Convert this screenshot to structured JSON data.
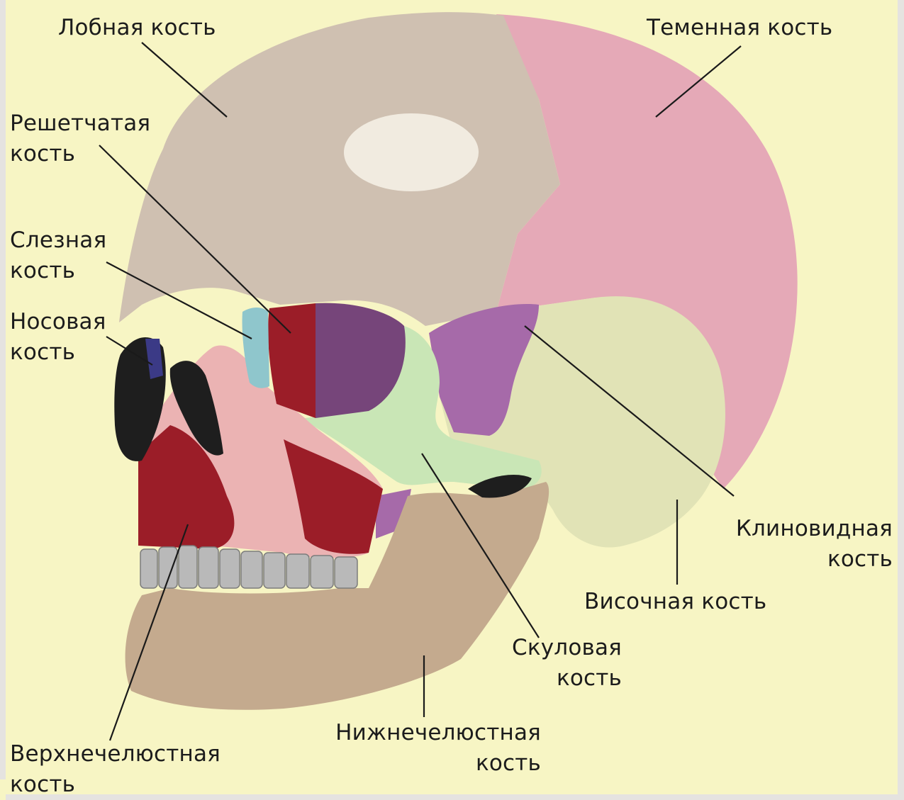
{
  "labels": {
    "frontal": [
      "Лобная кость"
    ],
    "parietal": [
      "Теменная кость"
    ],
    "ethmoid": [
      "Решетчатая",
      "кость"
    ],
    "lacrimal": [
      "Слезная",
      "кость"
    ],
    "nasal": [
      "Носовая",
      "кость"
    ],
    "sphenoid": [
      "Клиновидная",
      "кость"
    ],
    "temporal": [
      "Височная кость"
    ],
    "zygomatic": [
      "Скуловая",
      "кость"
    ],
    "mandible": [
      "Нижнечелюстная",
      "кость"
    ],
    "maxilla": [
      "Верхнечелюстная",
      "кость"
    ]
  },
  "colors": {
    "background": "#f7f5c4",
    "frontal": "#cfc0b1",
    "parietal": "#e5a9b7",
    "ethmoid": "#9b1d28",
    "lacrimal": "#8fc6cc",
    "nasal": "#3b3a86",
    "sphenoid": "#a66aa9",
    "temporal": "#e1e3b6",
    "zygomatic": "#c9e6b6",
    "mandible": "#c4aa8e",
    "maxilla": "#ebb3b3",
    "orbit": "#76457a",
    "teeth": "#b9b9b9"
  }
}
